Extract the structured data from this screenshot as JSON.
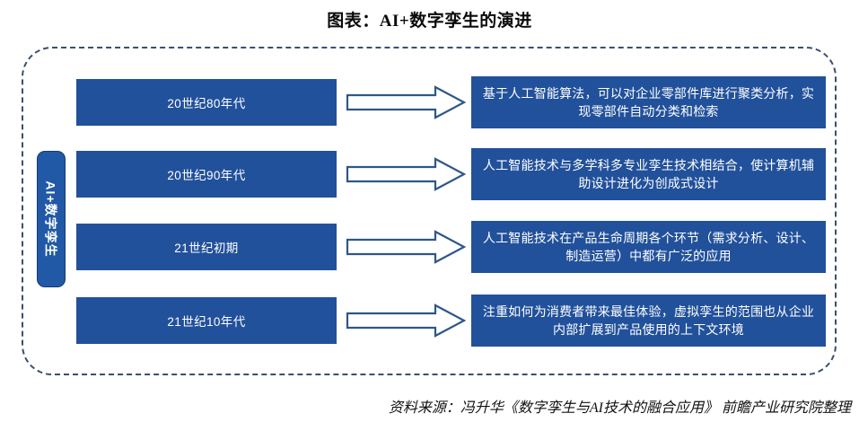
{
  "title": "图表：AI+数字孪生的演进",
  "vertical_tab": {
    "label": "AI+数字孪生"
  },
  "colors": {
    "box_blue": "#22519b",
    "tab_blue": "#2159a6",
    "frame_dash": "#3a4f6e",
    "arrow_outline": "#2e5787",
    "text_on_blue": "#ffffff"
  },
  "arrow_icon_name": "right-block-arrow-icon",
  "rows": [
    {
      "stage": "20世纪80年代",
      "description": "基于人工智能算法，可以对企业零部件库进行聚类分析，实现零部件自动分类和检索"
    },
    {
      "stage": "20世纪90年代",
      "description": "人工智能技术与多学科多专业孪生技术相结合，使计算机辅助设计进化为创成式设计"
    },
    {
      "stage": "21世纪初期",
      "description": "人工智能技术在产品生命周期各个环节（需求分析、设计、制造运营）中都有广泛的应用"
    },
    {
      "stage": "21世纪10年代",
      "description": "注重如何为消费者带来最佳体验，虚拟孪生的范围也从企业内部扩展到产品使用的上下文环境"
    }
  ],
  "source": "资料来源：冯升华《数字孪生与AI技术的融合应用》 前瞻产业研究院整理"
}
